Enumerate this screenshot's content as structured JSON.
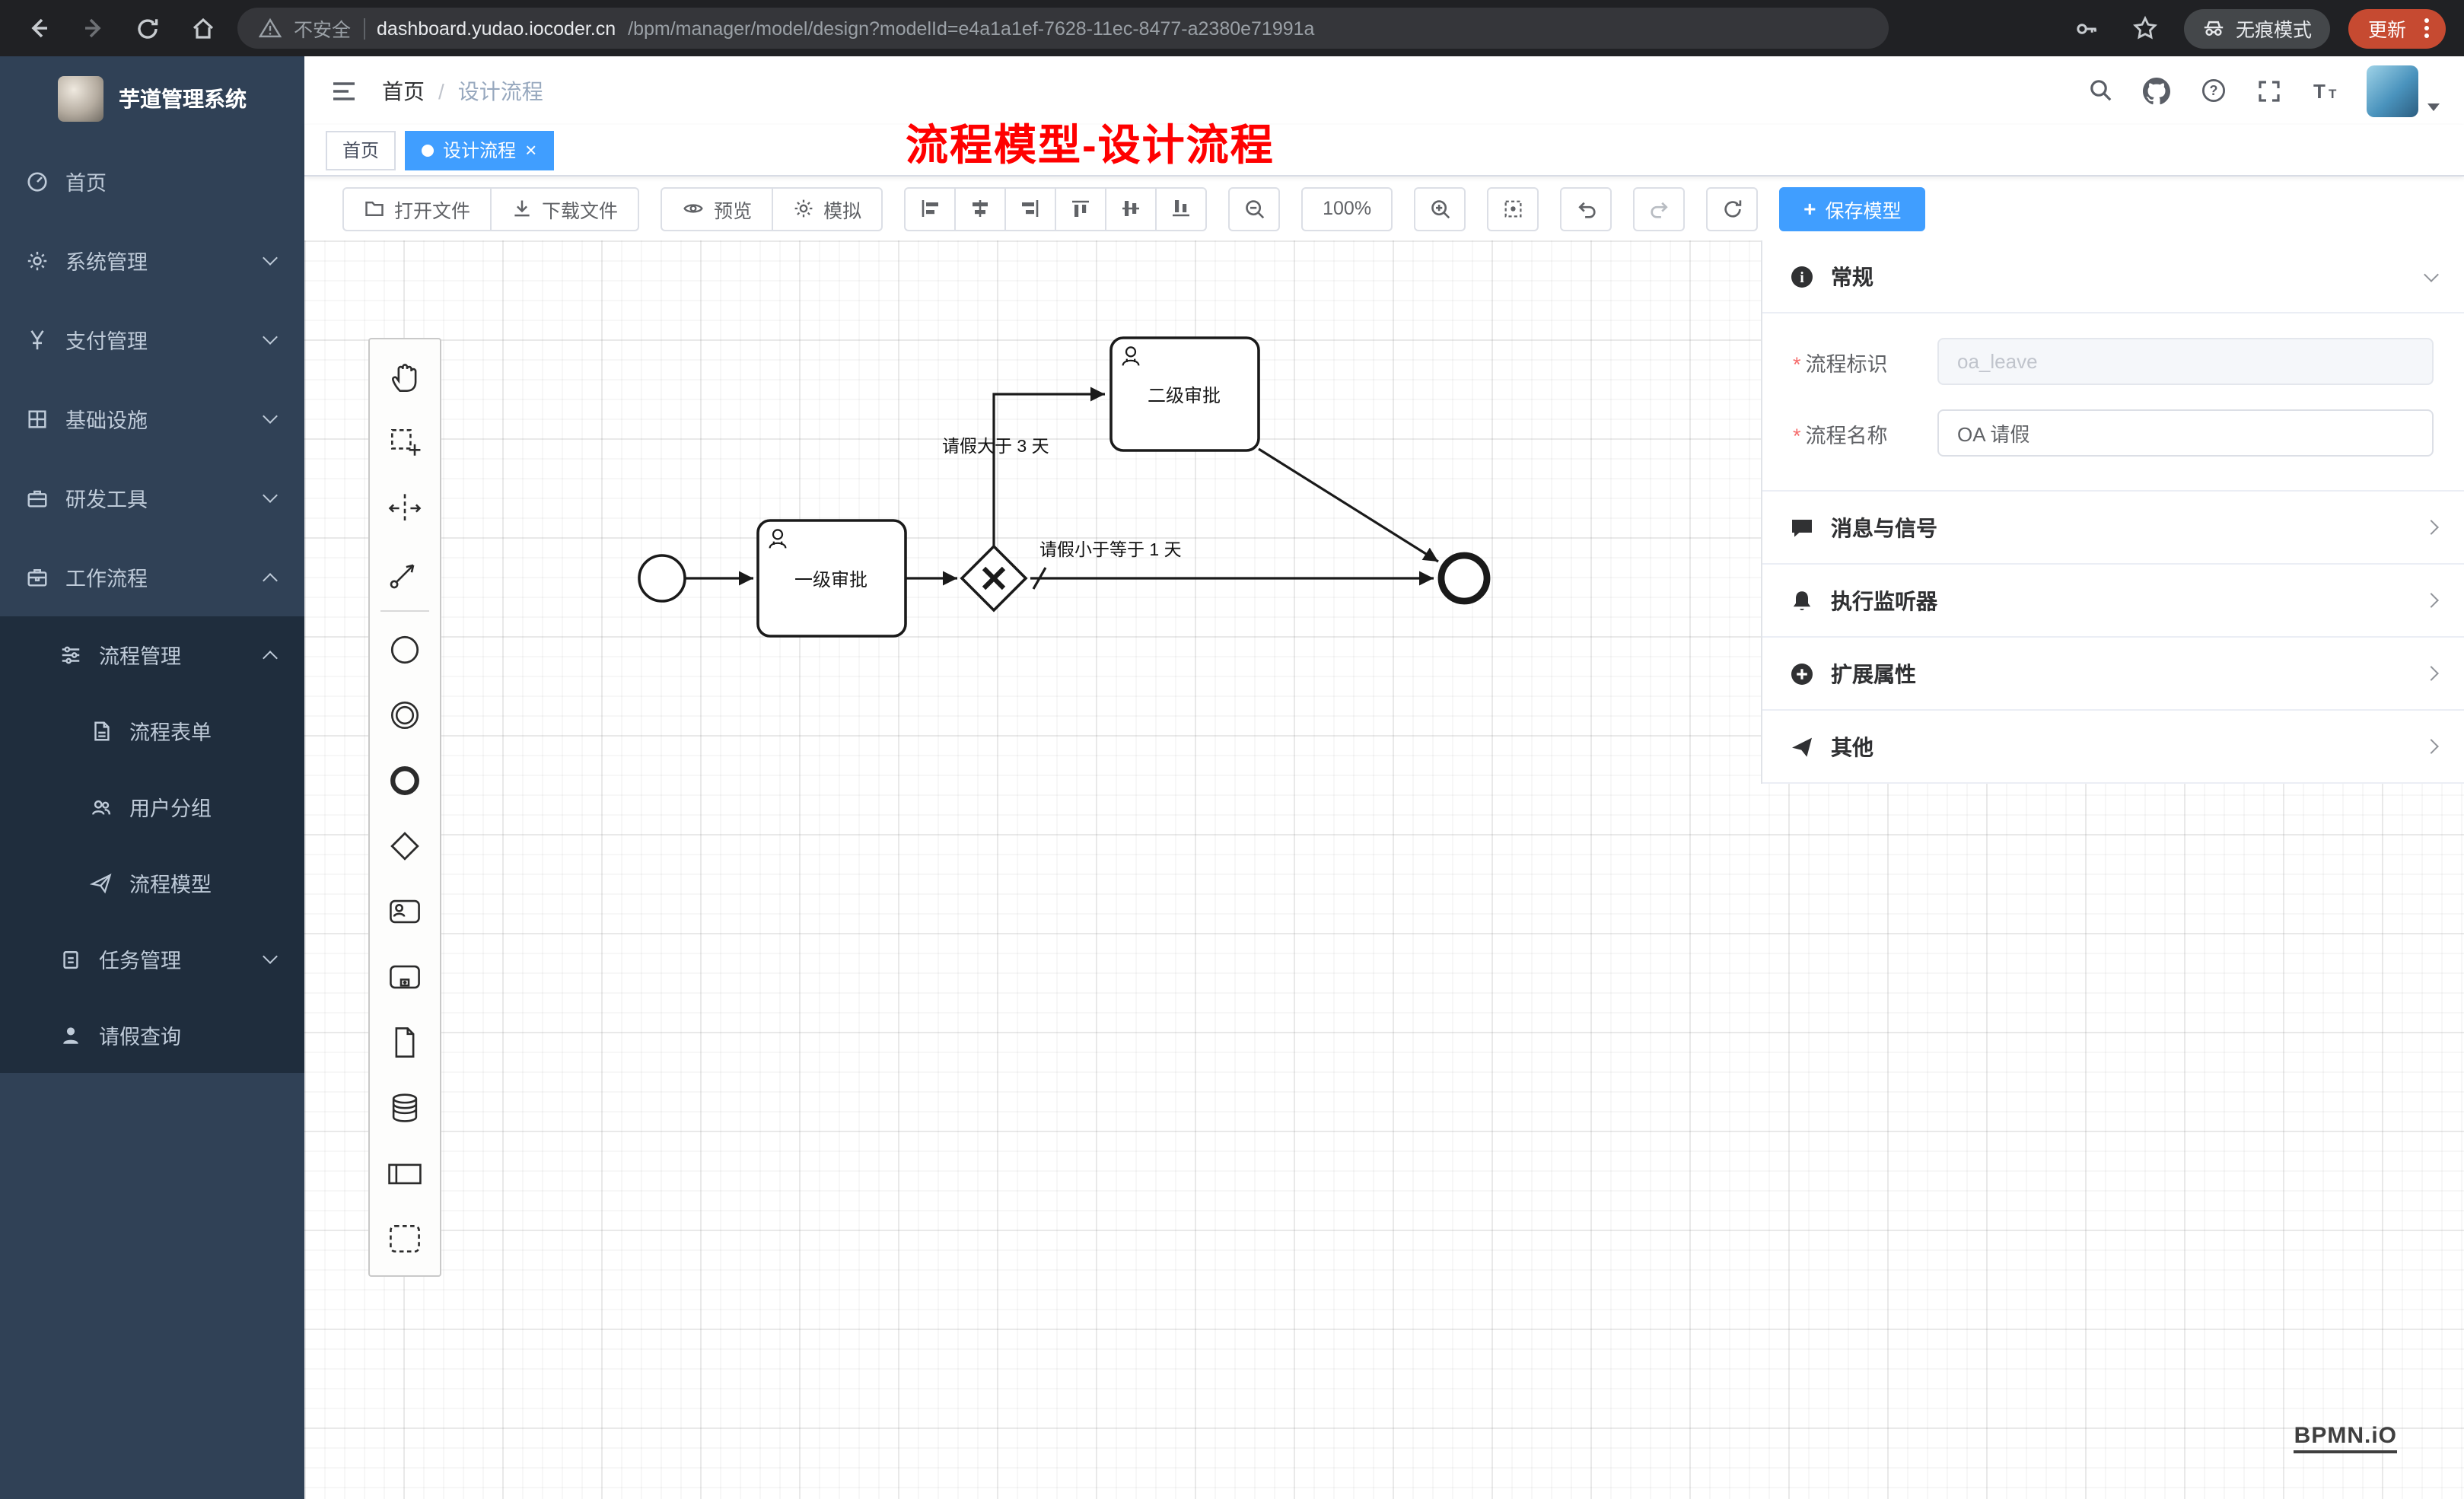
{
  "browser": {
    "security_label": "不安全",
    "url_host": "dashboard.yudao.iocoder.cn",
    "url_path": "/bpm/manager/model/design?modelId=e4a1a1ef-7628-11ec-8477-a2380e71991a",
    "incognito_label": "无痕模式",
    "update_label": "更新"
  },
  "sidebar": {
    "logo_title": "芋道管理系统",
    "items": [
      {
        "label": "首页"
      },
      {
        "label": "系统管理"
      },
      {
        "label": "支付管理"
      },
      {
        "label": "基础设施"
      },
      {
        "label": "研发工具"
      },
      {
        "label": "工作流程"
      },
      {
        "label": "流程管理"
      },
      {
        "label": "流程表单"
      },
      {
        "label": "用户分组"
      },
      {
        "label": "流程模型"
      },
      {
        "label": "任务管理"
      },
      {
        "label": "请假查询"
      }
    ]
  },
  "header": {
    "breadcrumb_home": "首页",
    "breadcrumb_sep": "/",
    "breadcrumb_current": "设计流程",
    "annotation": "流程模型-设计流程"
  },
  "tabs": {
    "home": "首页",
    "current": "设计流程",
    "close": "×"
  },
  "toolbar": {
    "open_file": "打开文件",
    "download_file": "下载文件",
    "preview": "预览",
    "simulate": "模拟",
    "zoom_level": "100%",
    "save_model": "保存模型"
  },
  "palette": {
    "tools": [
      "hand-tool",
      "lasso-tool",
      "space-tool",
      "global-connect-tool",
      "start-event",
      "intermediate-event",
      "end-event",
      "exclusive-gateway",
      "user-task",
      "subprocess",
      "data-object",
      "data-store",
      "participant",
      "group"
    ]
  },
  "diagram": {
    "task1_label": "一级审批",
    "task2_label": "二级审批",
    "flow_label_gt3": "请假大于 3 天",
    "flow_label_lte1": "请假小于等于 1 天"
  },
  "panel": {
    "general_title": "常规",
    "fields": [
      {
        "label": "流程标识",
        "value": "oa_leave"
      },
      {
        "label": "流程名称",
        "value": "OA 请假"
      }
    ],
    "sections": [
      "消息与信号",
      "执行监听器",
      "扩展属性",
      "其他"
    ]
  },
  "watermark": "BPMN.iO",
  "colors": {
    "accent": "#409eff",
    "sidebar_bg": "#304156",
    "submenu_bg": "#1f2d3d",
    "annotation_red": "#ff0000",
    "update_button": "#c64a31"
  }
}
